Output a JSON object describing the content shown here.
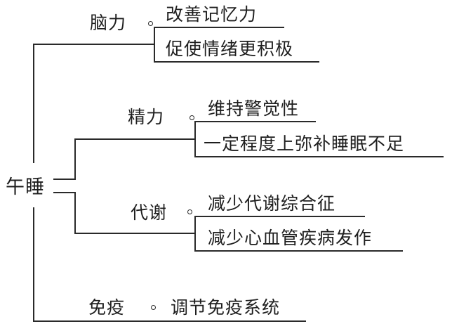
{
  "root": {
    "label": "午睡"
  },
  "branches": [
    {
      "label": "脑力",
      "items": [
        "改善记忆力",
        "促使情绪更积极"
      ]
    },
    {
      "label": "精力",
      "items": [
        "维持警觉性",
        "一定程度上弥补睡眠不足"
      ]
    },
    {
      "label": "代谢",
      "items": [
        "减少代谢综合征",
        "减少心血管疾病发作"
      ]
    },
    {
      "label": "免疫",
      "items": [
        "调节免疫系统"
      ]
    }
  ]
}
